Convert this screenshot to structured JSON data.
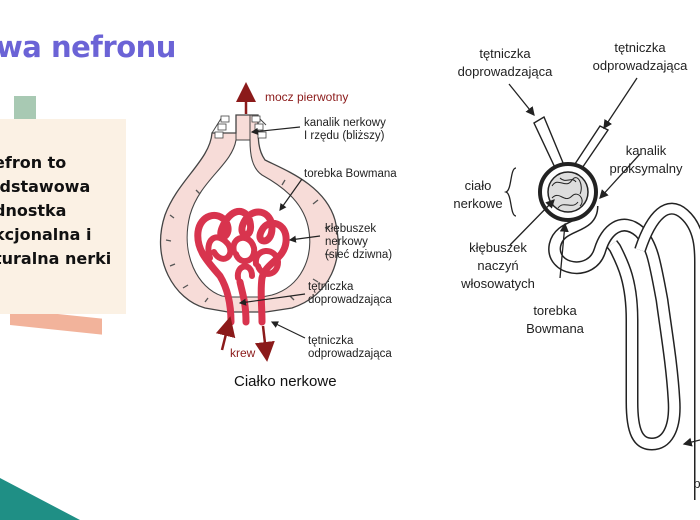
{
  "slide": {
    "title": "wa nefronu",
    "info_text": "efron to\nldstawowa\ndnostka\nkcjonalna i\nturalna nerki"
  },
  "left_diagram": {
    "caption": "Ciałko nerkowe",
    "labels": {
      "mocz": "mocz pierwotny",
      "kanalik_1": "kanalik nerkowy",
      "kanalik_2": "I rzędu (bliższy)",
      "torebka": "torebka Bowmana",
      "klebuszek_1": "kłębuszek",
      "klebuszek_2": "nerkowy",
      "klebuszek_3": "(sieć dziwna)",
      "dopr_1": "tętniczka",
      "dopr_2": "doprowadzająca",
      "odpr_1": "tętniczka",
      "odpr_2": "odprowadzająca",
      "krew": "krew"
    }
  },
  "right_diagram": {
    "labels": {
      "dopr_1": "tętniczka",
      "dopr_2": "doprowadzająca",
      "odpr_1": "tętniczka",
      "odpr_2": "odprowadzająca",
      "kanalik_1": "kanalik",
      "kanalik_2": "proksymalny",
      "cialo_1": "ciało",
      "cialo_2": "nerkowe",
      "klebuszek_1": "kłębuszek",
      "klebuszek_2": "naczyń",
      "klebuszek_3": "włosowatych",
      "torebka_1": "torebka",
      "torebka_2": "Bowmana",
      "partial": "p"
    }
  },
  "colors": {
    "title": "#6b63d6",
    "vessel": "#d8344e",
    "capsule": "#f7dcd8",
    "label_red": "#8b1a1a",
    "teal": "#1f8f85"
  }
}
